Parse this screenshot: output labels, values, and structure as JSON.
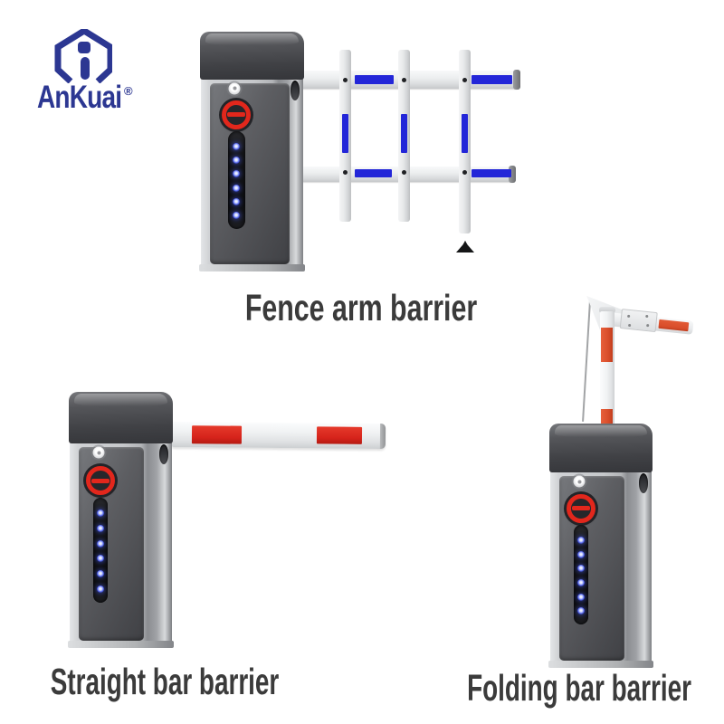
{
  "brand": {
    "name": "AnKuai",
    "registered_mark": "®",
    "logo_icon": "house-letter-i-icon",
    "color": "#2c3792"
  },
  "products": [
    {
      "id": "fence-arm",
      "label": "Fence arm barrier"
    },
    {
      "id": "straight-bar",
      "label": "Straight bar barrier"
    },
    {
      "id": "folding-bar",
      "label": "Folding bar barrier"
    }
  ],
  "cabinet": {
    "led_dot_count": 6
  },
  "colors": {
    "background": "#ffffff",
    "caption_text": "#3b3b3b",
    "brand_color": "#2c3792",
    "emblem_red": "#e2271c",
    "led_blue": "#4a5ce8",
    "fence_reflector_blue": "#2326d8",
    "straight_arm_red": "#d6231b",
    "folding_arm_red": "#d94e2b",
    "cabinet_cap_gray": "#46474b",
    "cabinet_body_silver": "#c3c5c8",
    "cabinet_panel_gray": "#55565a",
    "arm_white": "#eef0f1"
  }
}
